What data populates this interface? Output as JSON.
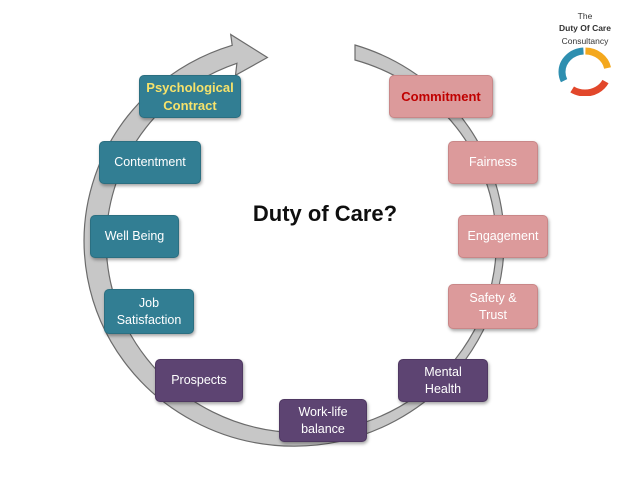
{
  "center_title": "Duty of Care?",
  "brand": {
    "line1": "The",
    "line2": "Duty Of Care",
    "line3": "Consultancy"
  },
  "colors": {
    "teal": "#327e93",
    "pink": "#dc9a9b",
    "purple": "#5d4472",
    "ring_fill": "#c7c7c7",
    "ring_stroke": "#6b6b6b"
  },
  "nodes": {
    "psychological_contract": "Psychological\nContract",
    "commitment": "Commitment",
    "contentment": "Contentment",
    "fairness": "Fairness",
    "well_being": "Well Being",
    "engagement": "Engagement",
    "job_satisfaction": "Job\nSatisfaction",
    "safety_trust": "Safety &\nTrust",
    "prospects": "Prospects",
    "mental_health": "Mental\nHealth",
    "work_life_balance": "Work-life\nbalance"
  }
}
